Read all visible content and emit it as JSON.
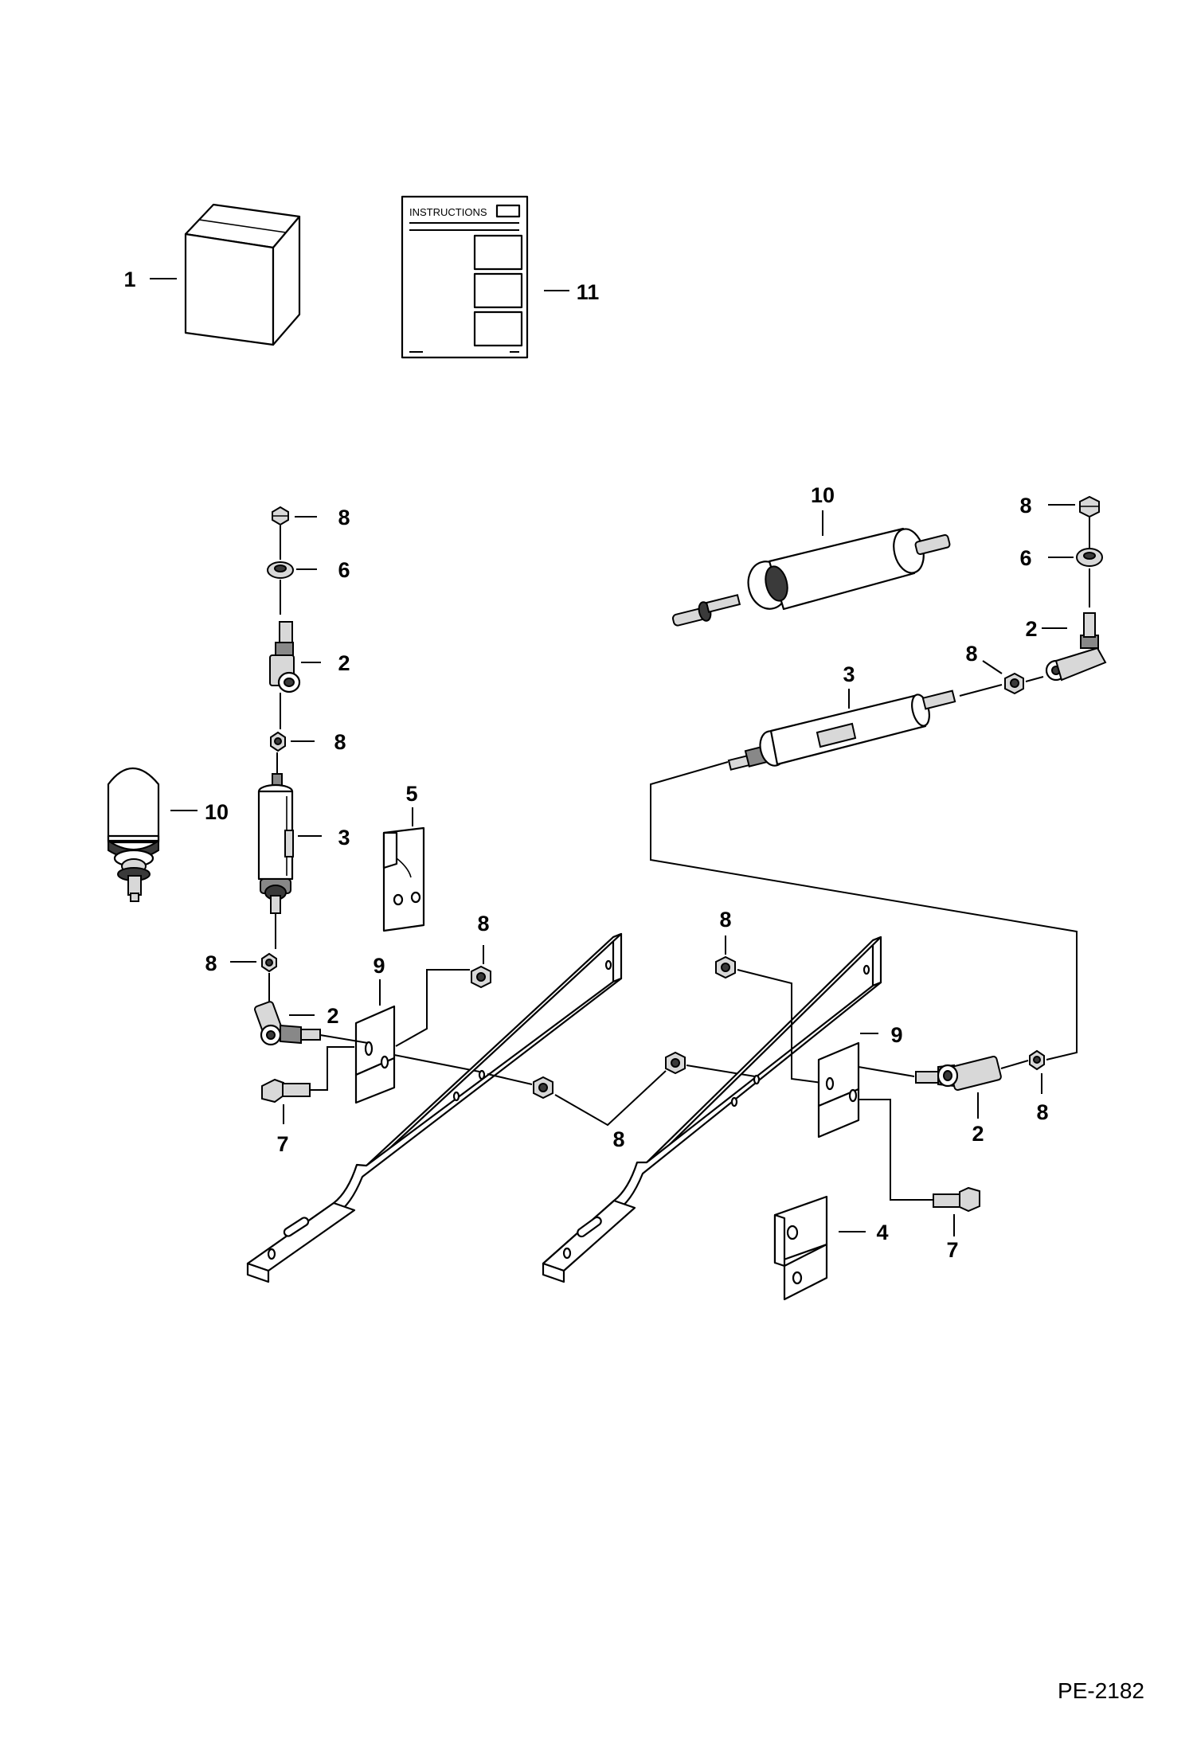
{
  "diagram": {
    "drawing_code": "PE-2182",
    "instructions_header": "INSTRUCTIONS",
    "callouts": {
      "kit_box": "1",
      "instructions_manual": "11",
      "left_nut_top": "8",
      "left_washer_top": "6",
      "left_ball_stud_top": "2",
      "left_nut_upper": "8",
      "left_gas_spring": "3",
      "left_damper": "10",
      "left_plate": "5",
      "left_nut_lower": "8",
      "left_ball_stud_lower": "2",
      "left_bracket": "9",
      "left_bracket_nut": "8",
      "left_bolt": "7",
      "center_nut": "8",
      "right_damper": "10",
      "right_gas_spring": "3",
      "right_nut_top": "8",
      "right_washer_top": "6",
      "right_ball_stud_top": "2",
      "right_nut_mid": "8",
      "right_bracket_nut": "8",
      "right_bracket": "9",
      "right_ball_stud_lower": "2",
      "right_nut_lower": "8",
      "right_bolt": "7",
      "right_plate": "4"
    }
  }
}
